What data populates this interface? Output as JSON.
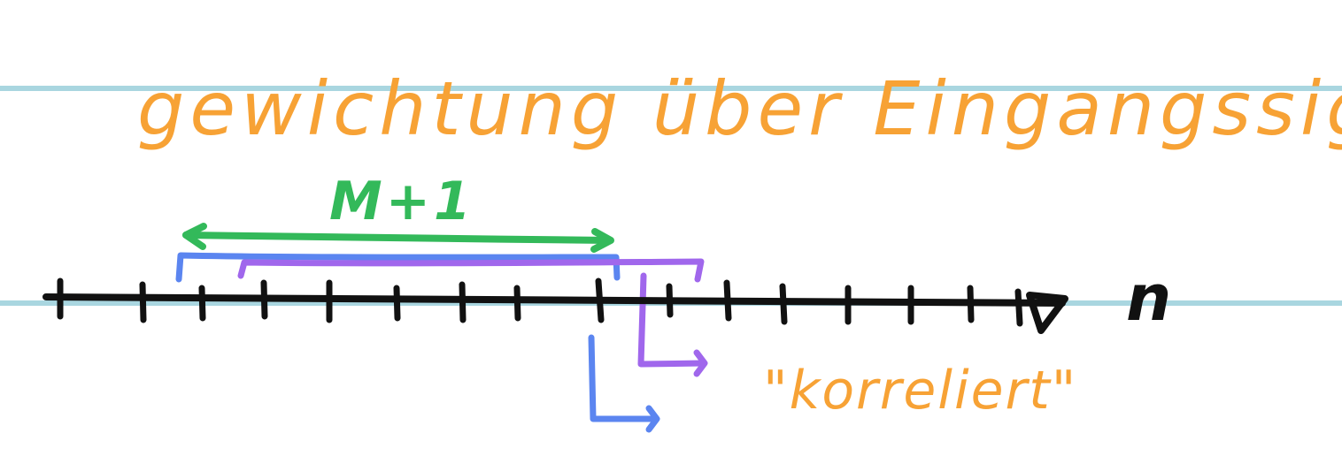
{
  "title": "gewichtung über Eingangssignal w[n]",
  "window_label": "M+1",
  "axis_label": "n",
  "annotation": "\"korreliert\"",
  "colors": {
    "ruling": "#a9d6e0",
    "title": "#f7a235",
    "green": "#33b95a",
    "blue": "#5b85f0",
    "purple": "#a067ec",
    "ink": "#111111"
  }
}
